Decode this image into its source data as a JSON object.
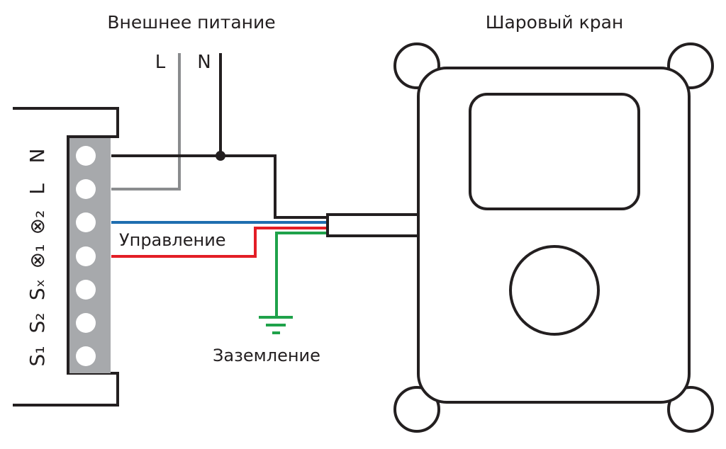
{
  "labels": {
    "power": "Внешнее питание",
    "valve": "Шаровый кран",
    "line": "L",
    "neutral": "N",
    "control": "Управление",
    "ground": "Заземление"
  },
  "terminals": {
    "labels": [
      "S₁",
      "S₂",
      "Sₓ",
      "⊗₁",
      "⊗₂",
      "L",
      "N"
    ]
  },
  "colors": {
    "neutral_wire": "#231f20",
    "line_wire": "#8a8c8e",
    "control_blue": "#1f6eb0",
    "control_red": "#e31e26",
    "ground_wire": "#1fa24a",
    "terminal_block": "#a7a9ac"
  }
}
